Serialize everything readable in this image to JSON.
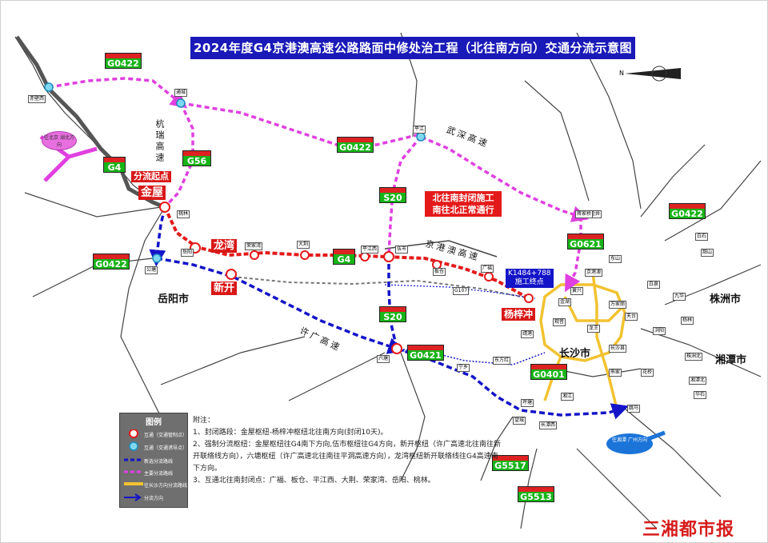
{
  "title": "2024年度G4京港澳高速公路路面中修处治工程（北往南方向）交通分流示意图",
  "compass": "N",
  "notice": {
    "line1": "北往南封闭施工",
    "line2": "南往北正常通行"
  },
  "work_end": {
    "stake": "K1484+788",
    "label": "施工终点"
  },
  "split_start": "分流起点",
  "places": {
    "jinwu": "金屋",
    "longwan": "龙湾",
    "xinkai": "新开",
    "yangzichong": "杨梓冲",
    "yueyang": "岳阳市",
    "changsha": "长沙市",
    "zhuzhou": "株洲市",
    "xiangtan": "湘潭市"
  },
  "roads": {
    "hangrui": "杭瑞高速",
    "wushen": "武深高速",
    "jinggangao": "京港澳高速",
    "xuguang": "许广高速"
  },
  "signs": {
    "g0422_a": "G0422",
    "g4_left": "G4",
    "g56": "G56",
    "g0422_b": "G0422",
    "s20_top": "S20",
    "g0422_right": "G0422",
    "g0621": "G0621",
    "g0422_left": "G0422",
    "g4_mid": "G4",
    "s20_mid": "S20",
    "g0421": "G0421",
    "g0401": "G0401",
    "g5517": "G5517",
    "g5513": "G5513"
  },
  "nodes": {
    "chibixi": "赤壁西",
    "tonghu": "通城",
    "pingjiang": "平江",
    "taolin": "桃林",
    "yueyang_s": "岳阳",
    "rongjiawan": "荣家湾",
    "daxing": "大荆",
    "pingjiangxi": "平江西",
    "wushi": "伍市",
    "bancang": "板仓",
    "guangfu": "广福",
    "gongting": "公塘",
    "liutang": "六塘",
    "g107": "G107",
    "huangxing": "黄兴",
    "jinhu": "金湖",
    "jinggang": "靖港",
    "dongfang": "东方红",
    "wanjiali": "万家丽",
    "changshaxian": "长沙县",
    "tiaoma": "跳马",
    "xiongjia": "熊家",
    "jinggangao_n": "京港澳",
    "huatang": "花桥",
    "baiquan": "白泉",
    "jiuhua": "九华",
    "yanglin": "杨林",
    "liuyang": "浏阳",
    "tiantai": "天台",
    "wangcheng": "望城",
    "ningxiang": "宁乡",
    "xiangjiang": "湘江",
    "jinggang2": "金井",
    "dongshan": "东山",
    "jiangjiaqiao": "蒋家桥",
    "pingtang": "坪塘",
    "changtan": "长潭西",
    "zhuzhou_n": "株洲北",
    "xiangtan_n": "湘潭北",
    "guanyin": "观音",
    "longwang": "龙王",
    "huashi": "华石",
    "shaoshan": "韶山",
    "baishi": "白石"
  },
  "bubbles": {
    "north": "往北京 湖北方向",
    "south": "往湘潭 广州方向"
  },
  "legend": {
    "title": "图例",
    "items": [
      "互通（交通管制点）",
      "互通（交通诱导点）",
      "新选分流路线",
      "主要分流路线",
      "往长沙方向分流路线",
      "分流方向"
    ]
  },
  "notes": {
    "header": "附注：",
    "lines": [
      "1、封闭路段：金屋枢纽-杨梓冲枢纽北往南方向(封闭10天)。",
      "2、强制分流枢纽：金屋枢纽往G4南下方向,伍市枢纽往G4方向，新开枢纽（许广高速北往南往新开联络线方向），六塘枢纽（许广高速北往南往平洞高速方向），龙湾枢纽新开联络线往G4高速南下方向。",
      "3、互通北往南封闭点：广福、板仓、平江西、大荆、荣家湾、岳阳、桃林。"
    ]
  },
  "brand": "三湘都市报",
  "colors": {
    "title_bg": "#1a1ab8",
    "pink": "#e040e0",
    "blue": "#1414c8",
    "red": "#e41a1a",
    "yellow": "#f2c230",
    "sign_green": "#18b418"
  }
}
